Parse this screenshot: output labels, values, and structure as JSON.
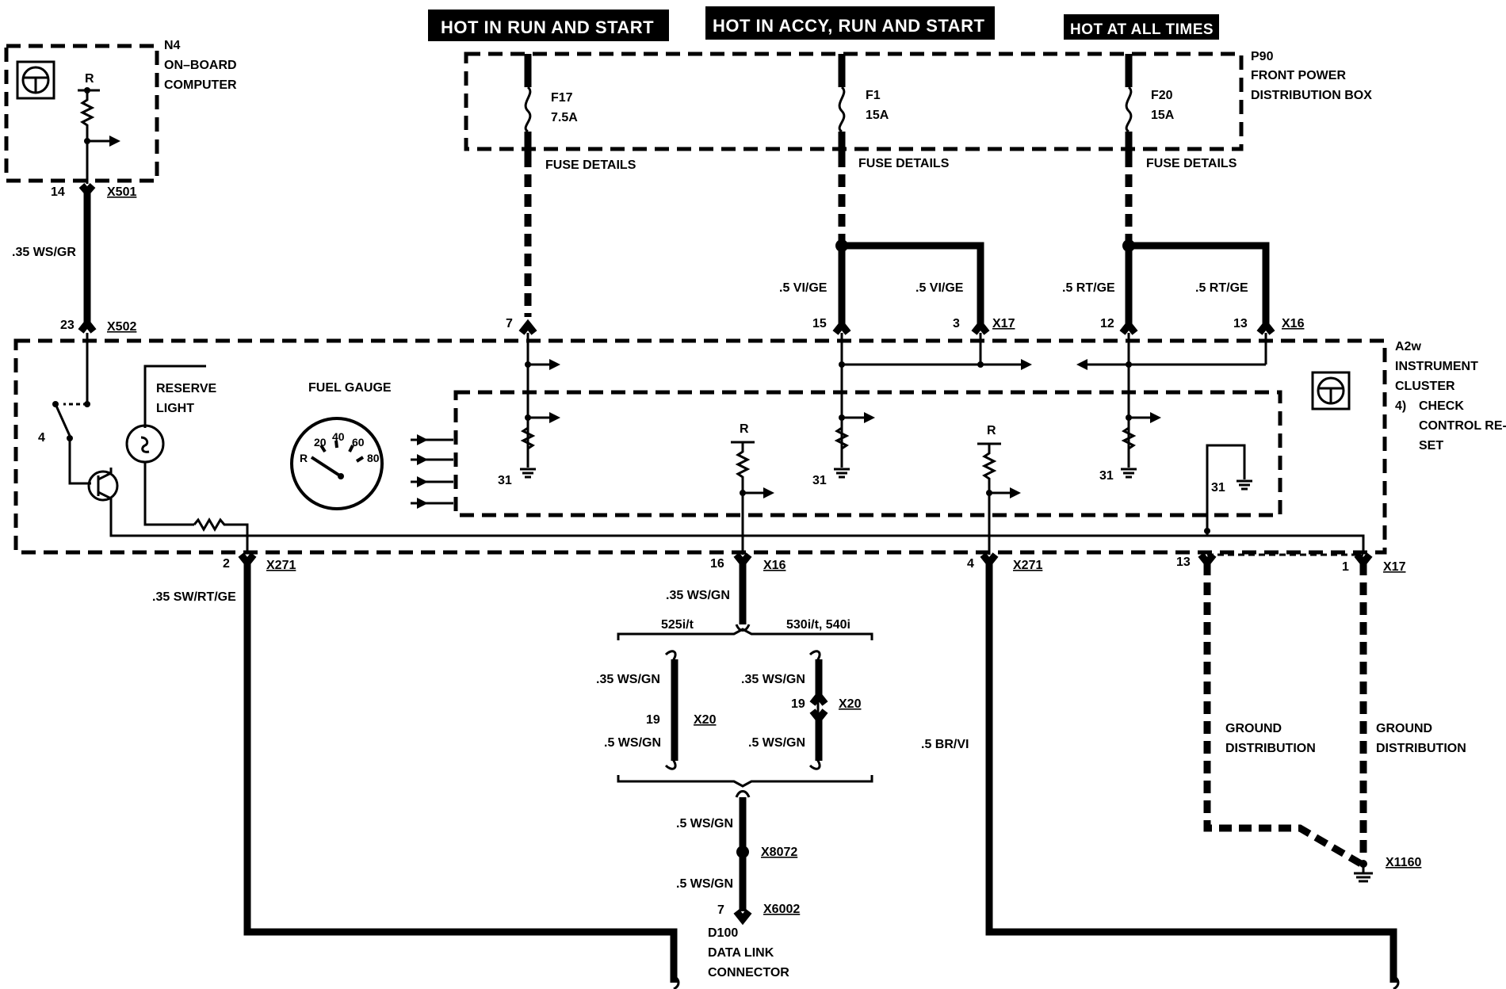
{
  "headers": {
    "run_start": "HOT IN RUN AND START",
    "accy_run_start": "HOT IN ACCY, RUN AND START",
    "all_times": "HOT AT ALL TIMES"
  },
  "components": {
    "n4": {
      "id": "N4",
      "line1": "ON–BOARD",
      "line2": "COMPUTER",
      "r": "R"
    },
    "p90": {
      "id": "P90",
      "line1": "FRONT POWER",
      "line2": "DISTRIBUTION BOX"
    },
    "a2w": {
      "id": "A2w",
      "line1": "INSTRUMENT",
      "line2": "CLUSTER",
      "line3": "4)",
      "line3b": "CHECK",
      "line4": "CONTROL RE-",
      "line5": "SET"
    },
    "reserve_light": {
      "line1": "RESERVE",
      "line2": "LIGHT"
    },
    "fuel_gauge": {
      "label": "FUEL GAUGE",
      "ticks": [
        "R",
        "20",
        "40",
        "60",
        "80"
      ]
    },
    "d100": {
      "id": "D100",
      "line1": "DATA LINK",
      "line2": "CONNECTOR"
    }
  },
  "fuses": [
    {
      "id": "F17",
      "rating": "7.5A",
      "details": "FUSE DETAILS"
    },
    {
      "id": "F1",
      "rating": "15A",
      "details": "FUSE DETAILS"
    },
    {
      "id": "F20",
      "rating": "15A",
      "details": "FUSE DETAILS"
    }
  ],
  "connectors": {
    "x501": "X501",
    "x502": "X502",
    "x17": "X17",
    "x16": "X16",
    "x271": "X271",
    "x20": "X20",
    "x8072": "X8072",
    "x6002": "X6002",
    "x1160": "X1160"
  },
  "pins": {
    "p14": "14",
    "p23": "23",
    "p7": "7",
    "p15": "15",
    "p3": "3",
    "p12": "12",
    "p13": "13",
    "p31": "31",
    "p4": "4",
    "p2": "2",
    "p16": "16",
    "p13b": "13",
    "p1": "1",
    "p19": "19",
    "p7b": "7",
    "r": "R"
  },
  "wires": {
    "ws_gr": ".35 WS/GR",
    "vi_ge": ".5 VI/GE",
    "rt_ge": ".5 RT/GE",
    "sw_rt_ge": ".35 SW/RT/GE",
    "ws_gn_35": ".35 WS/GN",
    "ws_gn_5": ".5 WS/GN",
    "br_vi": ".5 BR/VI"
  },
  "variants": {
    "left": "525i/t",
    "right": "530i/t, 540i"
  },
  "ground": {
    "line1": "GROUND",
    "line2": "DISTRIBUTION"
  }
}
